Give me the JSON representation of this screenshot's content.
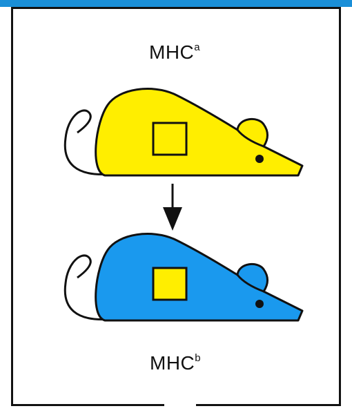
{
  "labels": {
    "top": {
      "base": "MHC",
      "superscript": "a"
    },
    "bottom": {
      "base": "MHC",
      "superscript": "b"
    }
  },
  "colors": {
    "donor_mouse": "#ffee00",
    "recipient_mouse": "#1a99ee",
    "graft": "#ffee00",
    "outline": "#111111",
    "frame_top_strip": "#1a8fd8"
  },
  "icons": {
    "donor": "mouse-icon",
    "recipient": "mouse-icon",
    "transfer": "arrow-down-icon",
    "graft": "skin-graft-square-icon"
  }
}
